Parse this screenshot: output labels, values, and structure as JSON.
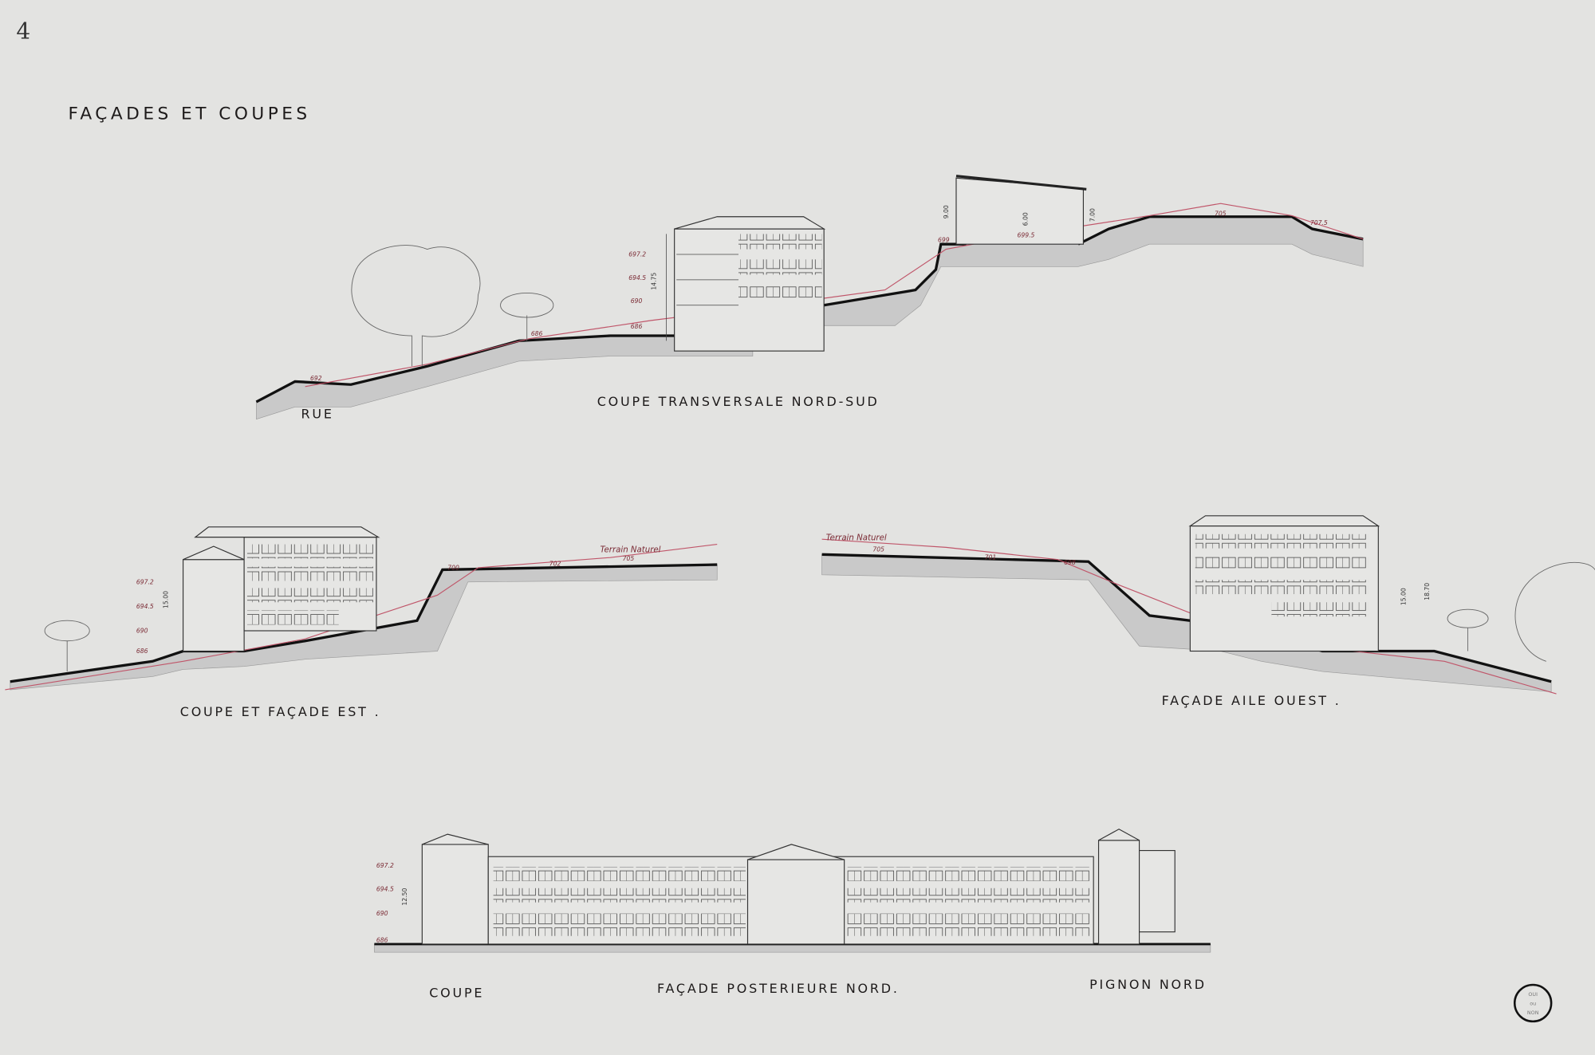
{
  "sheet": {
    "number": "4",
    "title": "FAÇADES ET COUPES",
    "stamp": [
      "OUI",
      "ou",
      "NON"
    ]
  },
  "drawings": {
    "section_north_south": {
      "label": "COUPE TRANSVERSALE NORD-SUD",
      "street_label": "RUE",
      "height_dim": "14.75",
      "hall_dims": [
        "9.00",
        "7.00",
        "6.00"
      ],
      "elevations": [
        "692",
        "697.2",
        "694.5",
        "690",
        "686",
        "686",
        "699",
        "699.5",
        "705",
        "707.5"
      ]
    },
    "section_east": {
      "label": "COUPE ET FAÇADE EST .",
      "terrain_label": "Terrain Naturel",
      "height_dim": "15.00",
      "elevations": [
        "697.2",
        "694.5",
        "690",
        "686",
        "700",
        "702",
        "705"
      ]
    },
    "facade_west_wing": {
      "label": "FAÇADE AILE OUEST .",
      "terrain_label": "Terrain Naturel",
      "height_dims": [
        "15.00",
        "18.70"
      ],
      "elevations": [
        "705",
        "701",
        "698"
      ]
    },
    "facade_north": {
      "section_label": "COUPE",
      "label": "FAÇADE POSTERIEURE NORD.",
      "gable_label": "PIGNON NORD",
      "height_dim": "12.50",
      "elevations": [
        "697.2",
        "694.5",
        "690",
        "686"
      ]
    }
  },
  "colors": {
    "paper": "#e3e3e1",
    "ink": "#111111",
    "terrain_line": "#c0566a"
  }
}
